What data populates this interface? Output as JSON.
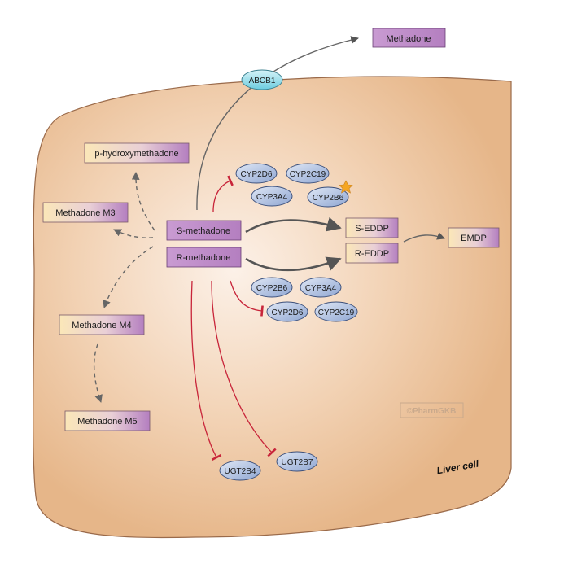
{
  "cell": {
    "label": "Liver cell",
    "watermark": "©PharmGKB"
  },
  "transporter": {
    "label": "ABCB1"
  },
  "compounds": {
    "methadone_out": "Methadone",
    "s_methadone": "S-methadone",
    "r_methadone": "R-methadone",
    "p_hydroxy": "p-hydroxymethadone",
    "m3": "Methadone M3",
    "m4": "Methadone M4",
    "m5": "Methadone M5",
    "s_eddp": "S-EDDP",
    "r_eddp": "R-EDDP",
    "emdp": "EMDP"
  },
  "enzymes": {
    "top_inhib_cyp2d6": "CYP2D6",
    "top_cyp2c19": "CYP2C19",
    "top_cyp3a4": "CYP3A4",
    "top_cyp2b6": "CYP2B6",
    "bot_cyp2b6": "CYP2B6",
    "bot_cyp3a4": "CYP3A4",
    "bot_inhib_cyp2d6": "CYP2D6",
    "bot_cyp2c19": "CYP2C19",
    "ugt2b4": "UGT2B4",
    "ugt2b7": "UGT2B7"
  },
  "colors": {
    "cell_fill": "#e8b98c",
    "cell_center": "#fbeee4",
    "cell_stroke": "#9a6a4a",
    "purple": "#b47fc0",
    "cream": "#fbe7b8",
    "enzyme_blue": "#9fb2d8",
    "transporter_cyan": "#7fd6e6",
    "inhibit_red": "#c8253a",
    "arrow_gray": "#555555",
    "dash_gray": "#666666",
    "star": "#f5a623"
  },
  "icons": {
    "variant_marker": "star-icon"
  }
}
